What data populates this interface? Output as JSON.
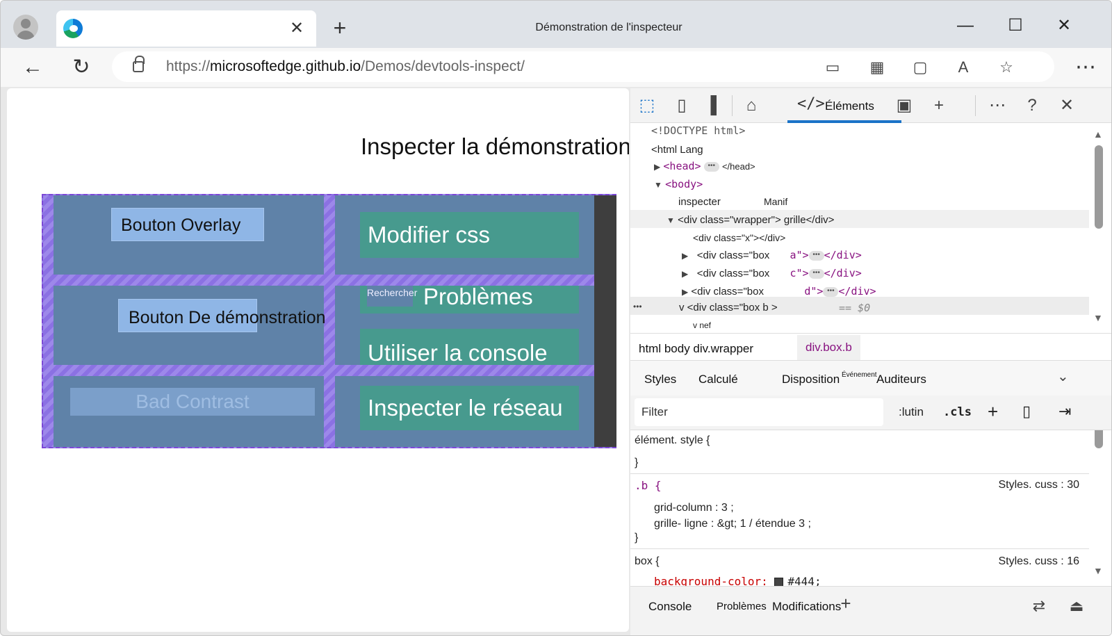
{
  "browser": {
    "window_title": "Démonstration de l'inspecteur",
    "tab_close": "✕",
    "new_tab": "+",
    "url_scheme": "https://",
    "url_host": "microsoftedge.github.io",
    "url_path": "/Demos/devtools-inspect/",
    "window_minimize": "—",
    "window_maximize": "☐",
    "window_close": "✕"
  },
  "page": {
    "heading": "Inspecter la démonstration",
    "buttons": {
      "overlay": "Bouton Overlay",
      "demo": "Bouton De démonstration",
      "bad_contrast": "Bad Contrast"
    },
    "boxes": {
      "modify_css": "Modifier css",
      "search": "Rechercher",
      "problems": "Problèmes",
      "use_console": "Utiliser la console",
      "inspect_network": "Inspecter le réseau"
    }
  },
  "devtools": {
    "active_tab": "Éléments",
    "dom": {
      "doctype": "<!DOCTYPE html>",
      "html_open": "<html Lang",
      "head_open": "<head>",
      "head_close": "</head>",
      "body_open": "<body>",
      "inspecter_text": "inspecter",
      "manif_text": "Manif",
      "wrapper_line": "<div class=\"wrapper\"> grille</div>",
      "x_line": "<div class=\"x\"></div>",
      "box_a_prefix": "<div class=\"box",
      "box_a_suffix": "a\">",
      "box_c_prefix": "<div class=\"box",
      "box_c_suffix": "c\">",
      "box_d_prefix": "<div class=\"box",
      "box_d_suffix": "d\">",
      "div_close": "</div>",
      "box_b_line": "v <div class=\"box b >",
      "eq_ref": "== $0",
      "nef_line": "v nef",
      "ellipsis": "•••",
      "row_dots": "•••"
    },
    "breadcrumb": {
      "path": "html body div.wrapper",
      "active": "div.box.b"
    },
    "style_tabs": {
      "styles": "Styles",
      "computed": "Calculé",
      "layout": "Disposition",
      "event_small": "Événement",
      "listeners": "Auditeurs"
    },
    "filter": {
      "placeholder": "Filter",
      "hov": ":lutin",
      "cls": ".cls"
    },
    "styles": {
      "element_style": "élément. style {",
      "close_brace_1": "}",
      "b_selector": ".b {",
      "b_source": "Styles. cuss : 30",
      "b_prop1": "grid-column : 3 ;",
      "b_prop2": "grille-   ligne : &gt; 1 / étendue 3 ;",
      "close_brace_2": "}",
      "box_selector": "box {",
      "box_source": "Styles. cuss : 16",
      "box_prop": "background-color:",
      "box_value": "#444;",
      "swatch_color": "#444444"
    },
    "drawer": {
      "console": "Console",
      "problems": "Problèmes",
      "modifications": "Modifications"
    }
  }
}
